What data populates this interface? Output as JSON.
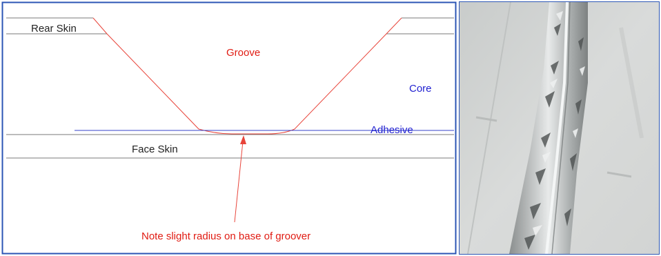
{
  "diagram": {
    "labels": {
      "rear_skin": "Rear Skin",
      "groove": "Groove",
      "core": "Core",
      "adhesive": "Adhesive",
      "face_skin": "Face Skin",
      "note": "Note slight radius on base of groover"
    },
    "colors": {
      "groove_line": "#e8443a",
      "label_red": "#e01b12",
      "label_blue": "#1f1fd0",
      "adhesive_line": "#3340c8",
      "skin_line": "#7a7a7a",
      "border": "#2b55b5"
    }
  },
  "photo": {
    "subject": "routed-groove-in-aluminium-honeycomb-panel"
  }
}
